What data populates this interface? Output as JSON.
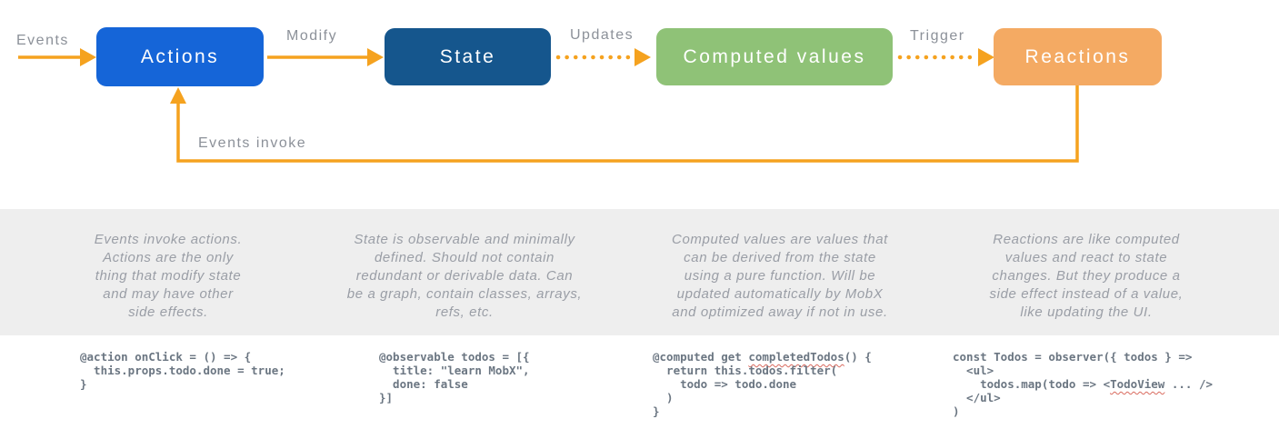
{
  "colors": {
    "actions_box": "#1565d8",
    "state_box": "#15568d",
    "computed_box": "#8fc277",
    "reactions_box": "#f4aa63",
    "arrow": "#f5a21f",
    "edge_label_text": "#8c9199",
    "description_text": "#9a9ea6",
    "code_text": "#6b7682",
    "band_background": "#eeeeee",
    "node_text": "#ffffff",
    "squiggle_underline": "#d96a5e"
  },
  "diagram": {
    "nodes": [
      {
        "id": "actions",
        "label": "Actions"
      },
      {
        "id": "state",
        "label": "State"
      },
      {
        "id": "computed",
        "label": "Computed values"
      },
      {
        "id": "reactions",
        "label": "Reactions"
      }
    ],
    "edge_labels": {
      "events": "Events",
      "modify": "Modify",
      "updates": "Updates",
      "trigger": "Trigger",
      "events_invoke": "Events invoke"
    }
  },
  "descriptions": [
    "Events invoke actions.\nActions are the only\nthing that modify state\nand may have other\nside effects.",
    "State is observable and minimally\ndefined. Should not contain\nredundant or derivable data. Can\nbe a graph, contain classes, arrays,\nrefs, etc.",
    "Computed values are values that\ncan be derived from the state\nusing a pure function. Will be\nupdated automatically by MobX\nand optimized away if not in use.",
    "Reactions are like computed\nvalues and react to state\nchanges. But they produce a\nside effect instead of a value,\nlike updating the UI."
  ],
  "code_snippets": {
    "action": {
      "text": "@action onClick = () => {\n  this.props.todo.done = true;\n}"
    },
    "observable": {
      "text": "@observable todos = [{\n  title: \"learn MobX\",\n  done: false\n}]"
    },
    "computed": {
      "pre": "@computed get ",
      "underlined": "completedTodos",
      "post": "() {\n  return this.todos.filter(\n    todo => todo.done\n  )\n}"
    },
    "observer": {
      "pre": "const Todos = observer({ todos } =>\n  <ul>\n    todos.map(todo => <",
      "underlined": "TodoView",
      "post": " ... />\n  </ul>\n)"
    }
  }
}
